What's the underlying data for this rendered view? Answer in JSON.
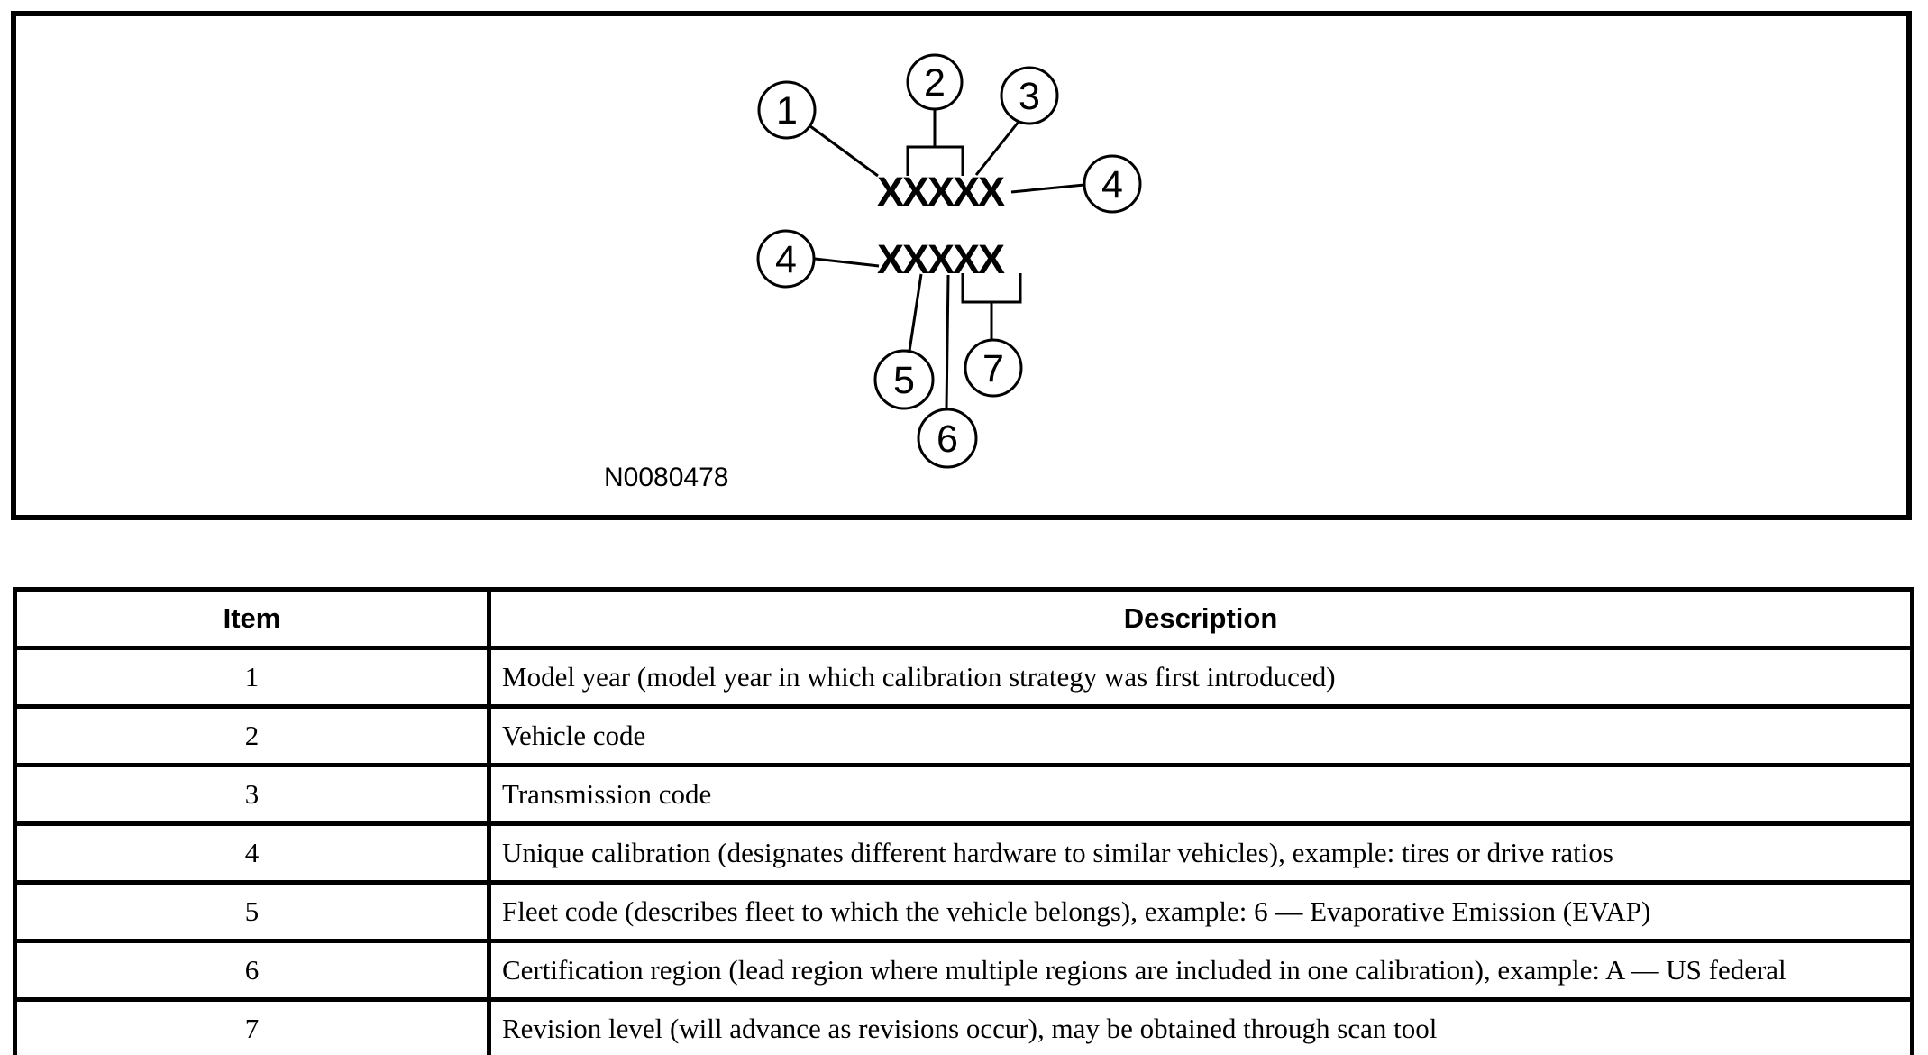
{
  "colors": {
    "ink": "#000000",
    "paper": "#ffffff"
  },
  "diagram": {
    "figure_id": "N0080478",
    "code_line1": "XXXXX",
    "code_line2": "XXXXX",
    "callouts": {
      "c1": "1",
      "c2": "2",
      "c3": "3",
      "c4": "4",
      "c5": "5",
      "c6": "6",
      "c7": "7"
    }
  },
  "table": {
    "headers": {
      "item": "Item",
      "description": "Description"
    },
    "rows": [
      {
        "item": "1",
        "description": "Model year (model year in which calibration strategy was first introduced)"
      },
      {
        "item": "2",
        "description": "Vehicle code"
      },
      {
        "item": "3",
        "description": "Transmission code"
      },
      {
        "item": "4",
        "description": "Unique calibration (designates different hardware to similar vehicles), example: tires or drive ratios"
      },
      {
        "item": "5",
        "description": "Fleet code (describes fleet to which the vehicle belongs), example: 6 — Evaporative Emission (EVAP)"
      },
      {
        "item": "6",
        "description": "Certification region (lead region where multiple regions are included in one calibration), example: A — US federal"
      },
      {
        "item": "7",
        "description": "Revision level (will advance as revisions occur), may be obtained through scan tool"
      }
    ]
  }
}
